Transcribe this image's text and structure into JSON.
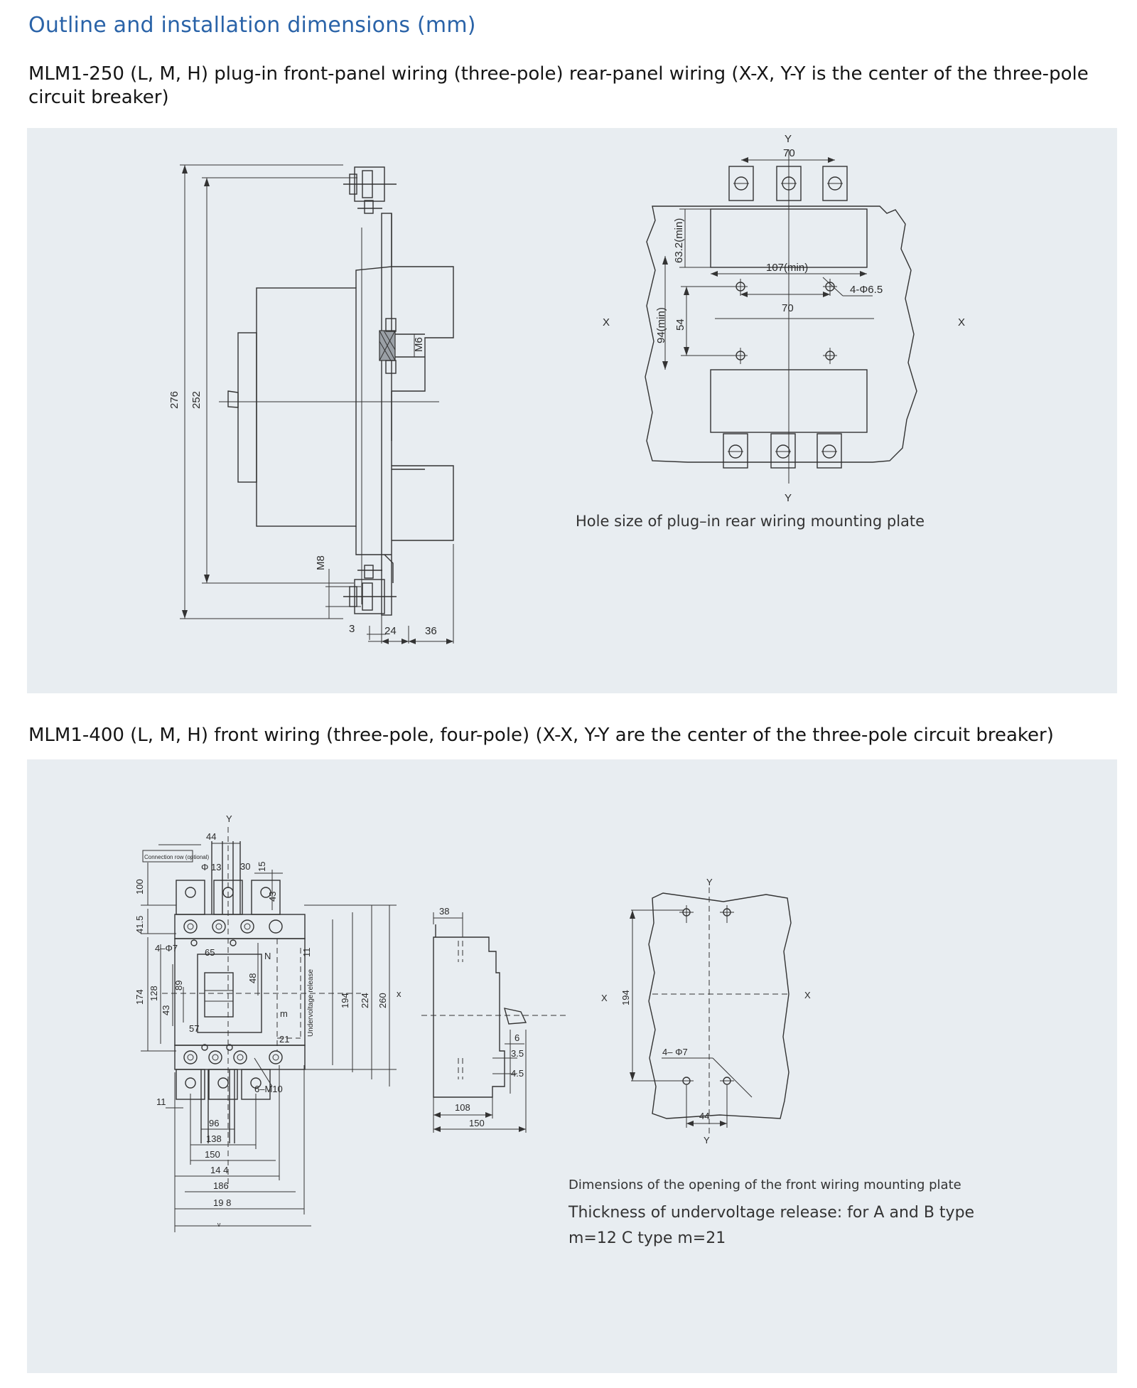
{
  "title": "Outline and installation dimensions (mm)",
  "section1": {
    "caption": "MLM1-250 (L, M, H) plug-in front-panel wiring (three-pole) rear-panel wiring (X-X, Y-Y is the center of the three-pole circuit breaker)",
    "side_view": {
      "dim_276": "276",
      "dim_252": "252",
      "dim_M6": "M6",
      "dim_M8": "M8",
      "dim_3": "3",
      "dim_24": "24",
      "dim_36": "36"
    },
    "plate": {
      "axis_y_top": "Y",
      "axis_y_bottom": "Y",
      "axis_x_left": "X",
      "axis_x_right": "X",
      "dim_70_top": "70",
      "dim_63_2": "63.2(min)",
      "dim_107": "107(min)",
      "dim_70_mid": "70",
      "dim_holes": "4-Φ6.5",
      "dim_94": "94(min)",
      "dim_54": "54",
      "caption": "Hole size of plug–in rear wiring mounting plate"
    }
  },
  "section2": {
    "caption": "MLM1-400 (L, M, H) front wiring (three-pole, four-pole) (X-X, Y-Y are the center of the three-pole circuit breaker)",
    "front_view": {
      "axis_y": "Y",
      "axis_x": "x",
      "connection_row": "Connection row (optional)",
      "dim_44": "44",
      "dim_phi13": "Φ 13",
      "dim_30": "30",
      "dim_15": "15",
      "dim_43_top": "43",
      "dim_100": "100",
      "dim_41_5": "41.5",
      "dim_4phi7": "4–Φ7",
      "dim_65": "65",
      "label_N": "N",
      "dim_48": "48",
      "dim_11_right": "11",
      "undervoltage": "Undervoltage release",
      "dim_174": "174",
      "dim_128": "128",
      "dim_89": "89",
      "dim_43": "43",
      "dim_57": "57",
      "label_m": "m",
      "dim_21": "21",
      "dim_194": "194",
      "dim_224": "224",
      "dim_260": "260",
      "dim_6M10": "6–M10",
      "dim_11": "11",
      "dim_96": "96",
      "dim_138": "138",
      "dim_150": "150",
      "dim_144": "14 4",
      "dim_186": "186",
      "dim_198": "19 8",
      "mark_bottom": "ᵛ"
    },
    "side_view": {
      "dim_38": "38",
      "dim_6": "6",
      "dim_3_5": "3.5",
      "dim_4_5": "4.5",
      "dim_108": "108",
      "dim_150": "150"
    },
    "plate": {
      "axis_y_top": "Y",
      "axis_y_bottom": "Y",
      "axis_x_left": "X",
      "axis_x_right": "X",
      "dim_194": "194",
      "dim_4phi7": "4– Φ7",
      "dim_44": "44",
      "caption": "Dimensions of the opening of the front wiring mounting plate",
      "note_line1": "Thickness of undervoltage release: for A and B type",
      "note_line2": "m=12 C type m=21"
    }
  }
}
